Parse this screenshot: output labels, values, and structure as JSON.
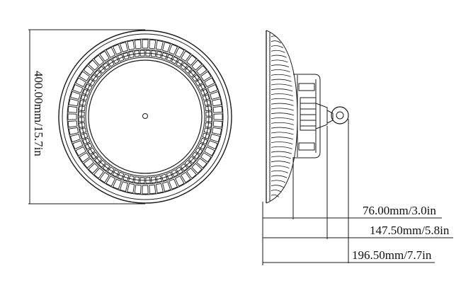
{
  "drawing": {
    "front_view": {
      "dimension_label": "400.00mm/15.7in"
    },
    "side_view": {
      "dimension_labels": [
        "76.00mm/3.0in",
        "147.50mm/5.8in",
        "196.50mm/7.7in"
      ]
    }
  },
  "colors": {
    "line": "#1a1a1a",
    "background": "#ffffff"
  }
}
